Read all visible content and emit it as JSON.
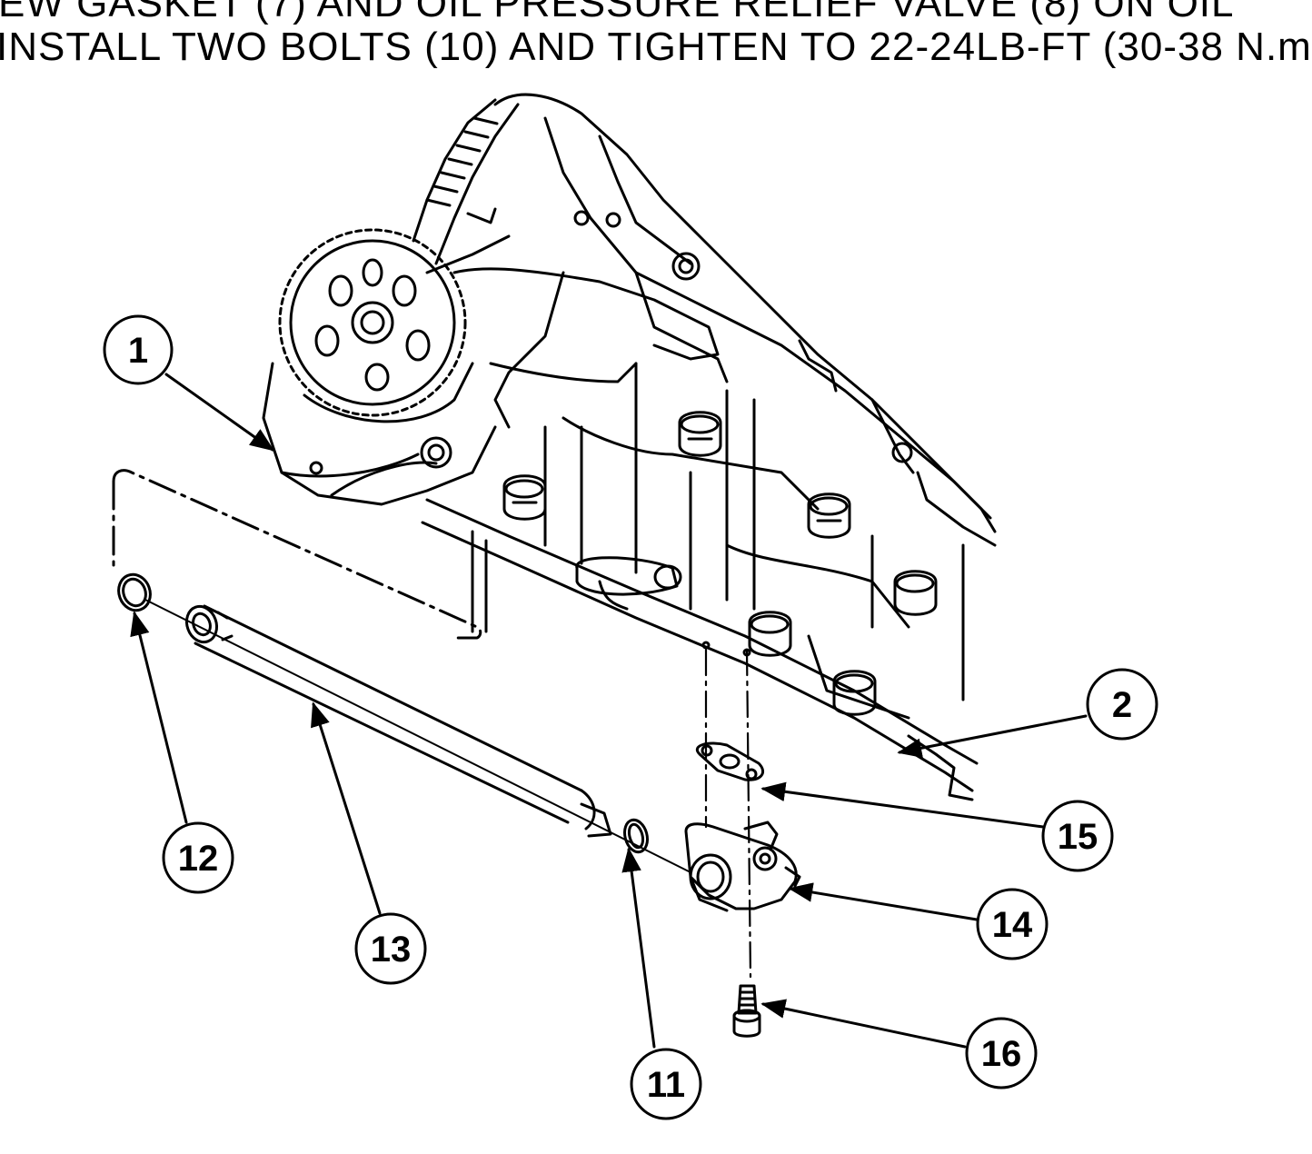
{
  "instructions": {
    "line1": "EW GASKET (7) AND OIL PRESSURE RELIEF VALVE (8) ON OIL",
    "line2": "INSTALL TWO BOLTS (10) AND TIGHTEN TO 22-24LB-FT (30-38 N.m"
  },
  "callouts": [
    {
      "id": "1",
      "label": "1"
    },
    {
      "id": "2",
      "label": "2"
    },
    {
      "id": "11",
      "label": "11"
    },
    {
      "id": "12",
      "label": "12"
    },
    {
      "id": "13",
      "label": "13"
    },
    {
      "id": "14",
      "label": "14"
    },
    {
      "id": "15",
      "label": "15"
    },
    {
      "id": "16",
      "label": "16"
    }
  ],
  "colors": {
    "ink": "#000000",
    "paper": "#ffffff"
  }
}
